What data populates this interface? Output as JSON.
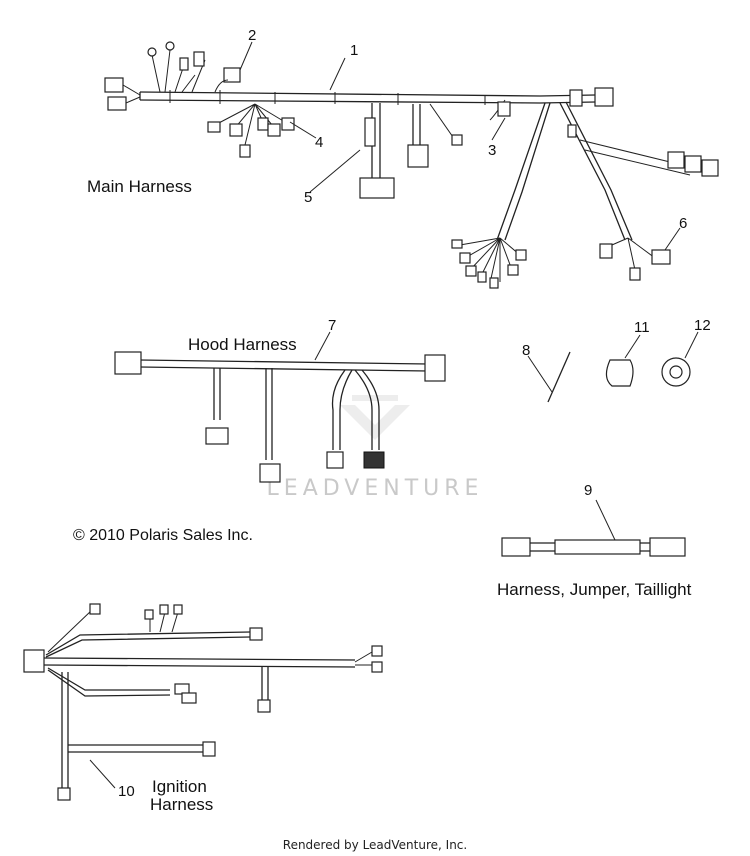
{
  "callouts": [
    "1",
    "2",
    "3",
    "4",
    "5",
    "6",
    "7",
    "8",
    "9",
    "10",
    "11",
    "12"
  ],
  "captions": {
    "main_harness": "Main Harness",
    "hood_harness": "Hood Harness",
    "jumper_harness": "Harness, Jumper, Taillight",
    "ignition_line1": "Ignition",
    "ignition_line2": "Harness",
    "copyright": "© 2010 Polaris Sales Inc."
  },
  "watermark": "LEADVENTURE",
  "footer": "Rendered by LeadVenture, Inc."
}
